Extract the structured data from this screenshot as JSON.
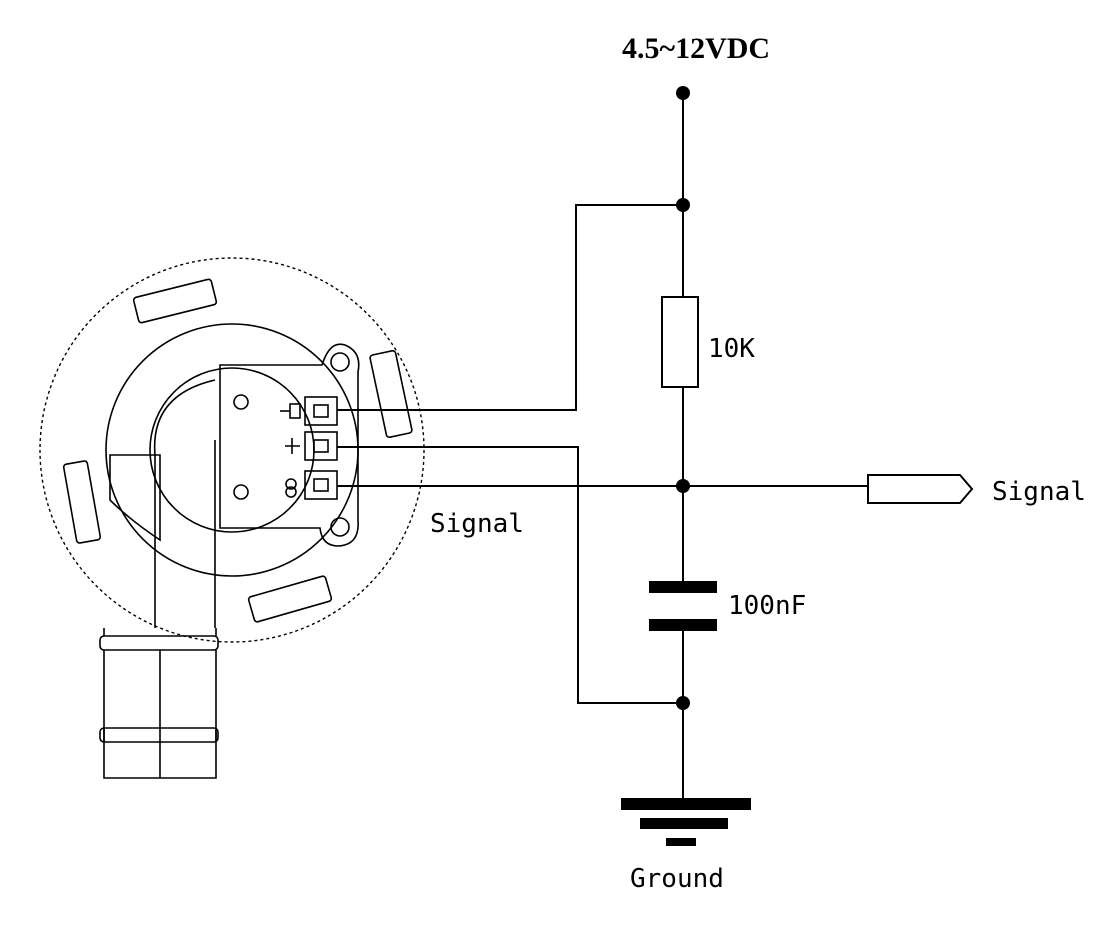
{
  "labels": {
    "supply": "4.5~12VDC",
    "resistor": "10K",
    "capacitor": "100nF",
    "output_signal": "Signal",
    "sensor_signal": "Signal",
    "ground": "Ground"
  },
  "colors": {
    "ink": "#000000",
    "background": "#ffffff"
  }
}
